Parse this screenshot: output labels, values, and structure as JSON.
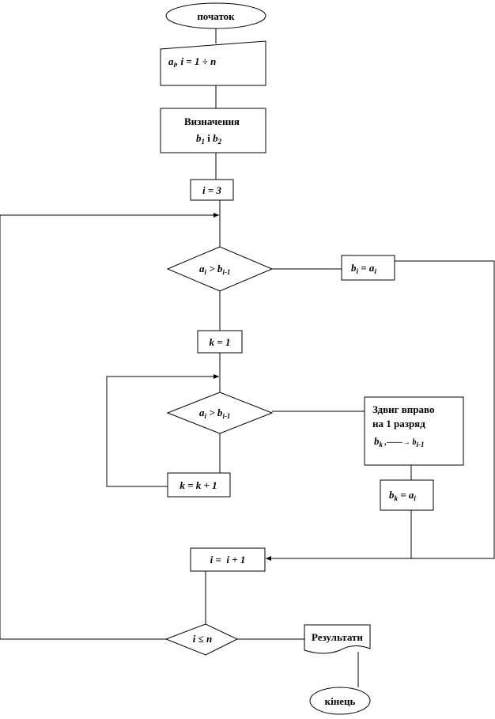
{
  "start": {
    "label": "початок"
  },
  "input": {
    "a": "a",
    "a_sub": "i",
    "rest": ", i = 1 ÷ n"
  },
  "define": {
    "line1": "Визначення",
    "b1": "b",
    "b1_sub": "1",
    "and": " і ",
    "b2": "b",
    "b2_sub": "2"
  },
  "init_i": {
    "label": "i = 3"
  },
  "cond1": {
    "a": "a",
    "a_sub": "i",
    "op": " > b",
    "b_sub": "i-1"
  },
  "assign1": {
    "b": "b",
    "b_sub": "i",
    "op": " = a",
    "a_sub": "i"
  },
  "init_k": {
    "label": "k = 1"
  },
  "cond2": {
    "a": "a",
    "a_sub": "i",
    "op": " > b",
    "b_sub": "i-1"
  },
  "shift": {
    "line1": "Здвиг вправо",
    "line2": "на 1 разряд",
    "b": "b",
    "b_sub": "k",
    "arrow": " ,——→ b",
    "b2_sub": "i-1"
  },
  "assign2": {
    "b": "b",
    "b_sub": "k",
    "op": " = a",
    "a_sub": "i"
  },
  "inc_k": {
    "label": "k = k + 1"
  },
  "inc_i": {
    "label": "i =  i + 1"
  },
  "cond3": {
    "label": "i ≤ n"
  },
  "output": {
    "label": "Результати"
  },
  "end": {
    "label": "кінець"
  }
}
